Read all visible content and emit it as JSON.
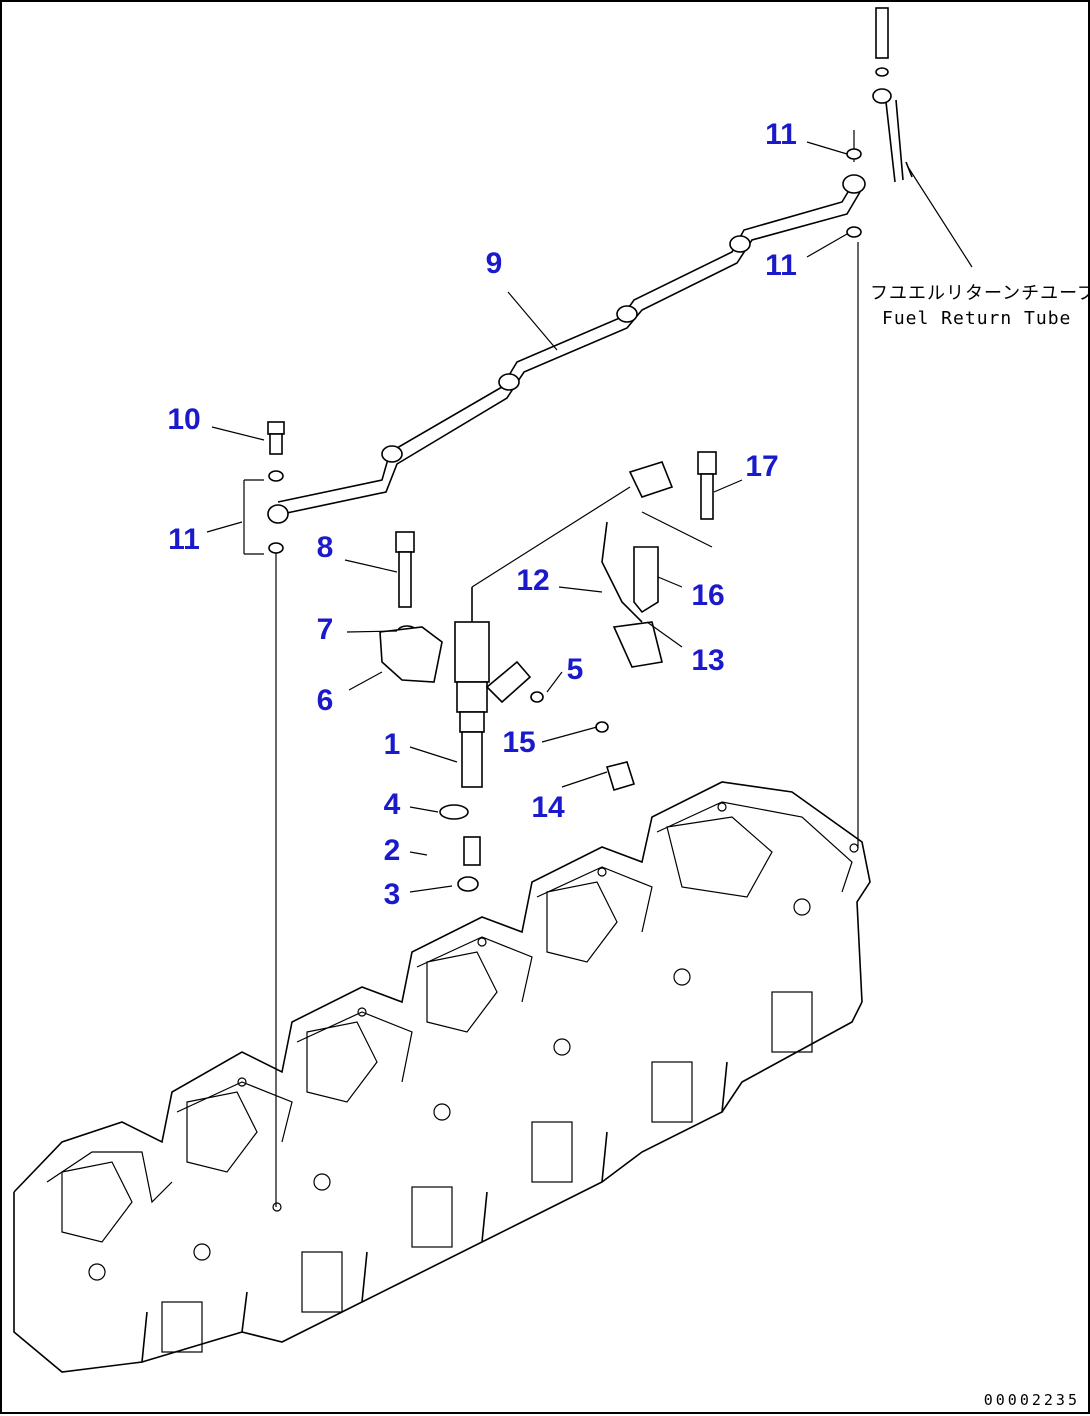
{
  "callouts": {
    "c1": "1",
    "c2": "2",
    "c3": "3",
    "c4": "4",
    "c5": "5",
    "c6": "6",
    "c7": "7",
    "c8": "8",
    "c9": "9",
    "c10": "10",
    "c11a": "11",
    "c11b": "11",
    "c11c": "11",
    "c12": "12",
    "c13": "13",
    "c14": "14",
    "c15": "15",
    "c16": "16",
    "c17": "17"
  },
  "note": {
    "japanese": "フユエルリターンチユーブ",
    "english": "Fuel Return Tube"
  },
  "figure_number": "00002235",
  "colors": {
    "callout": "#1a1acc",
    "line": "#000000",
    "background": "#ffffff"
  }
}
